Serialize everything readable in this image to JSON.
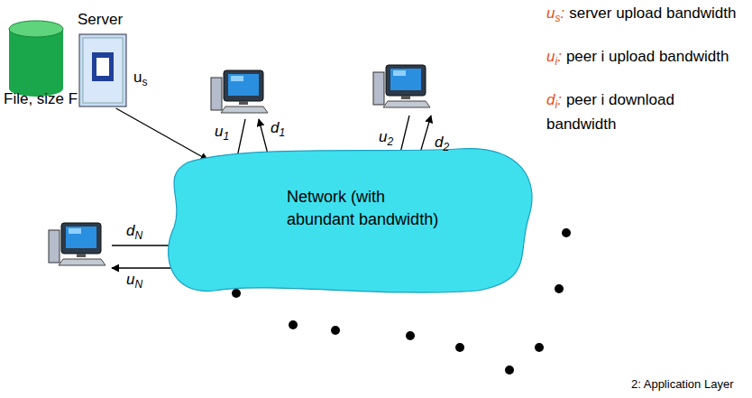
{
  "diagram": {
    "nodes": [
      {
        "text": [
          "Server"
        ]
      },
      {
        "text": [
          "File, size F"
        ]
      },
      {
        "text": [
          "Network (with abundant bandwidth)"
        ]
      }
    ],
    "edges": [
      {
        "from": 0,
        "to": 2,
        "arrow": "to",
        "label": "us"
      }
    ],
    "labels": [
      "us:",
      "server upload bandwidth",
      "ui:",
      "peer i upload bandwidth",
      "di:",
      "peer i download bandwidth",
      "u1",
      "d1",
      "u2",
      "d2",
      "dN",
      "uN",
      "2: Application Layer"
    ]
  }
}
